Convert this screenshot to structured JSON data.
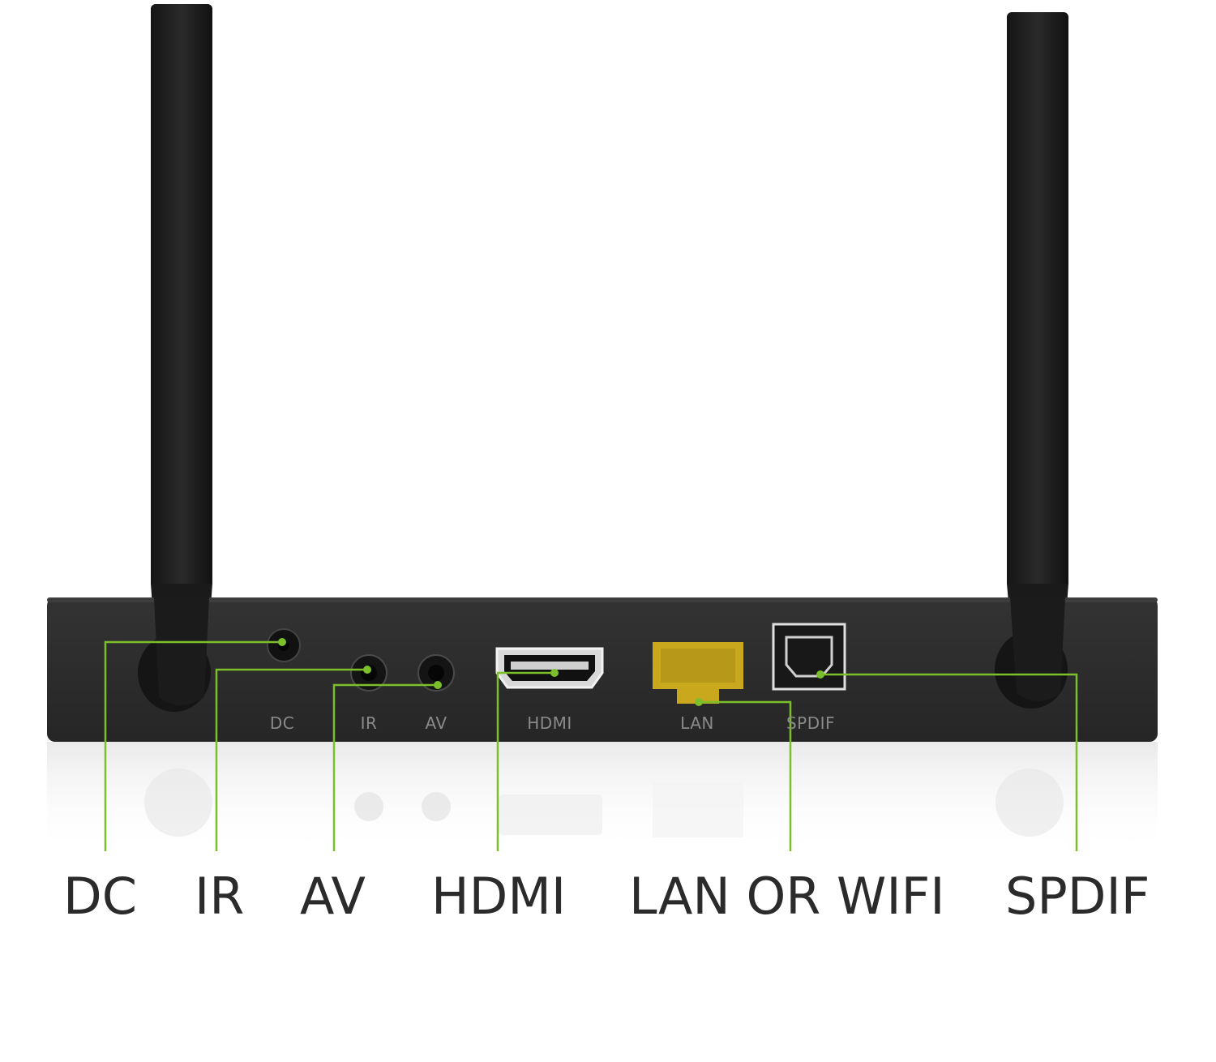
{
  "device": {
    "body_color": "#2a2a2a",
    "antenna_color": "#1c1c1c",
    "lan_port_color": "#c9a81e",
    "accent_line_color": "#7bbf2a"
  },
  "port_silkscreen": {
    "dc": "DC",
    "ir": "IR",
    "av": "AV",
    "hdmi": "HDMI",
    "lan": "LAN",
    "spdif": "SPDIF"
  },
  "callouts": {
    "dc": "DC",
    "ir": "IR",
    "av": "AV",
    "hdmi": "HDMI",
    "lan": "LAN OR WIFI",
    "spdif": "SPDIF"
  }
}
